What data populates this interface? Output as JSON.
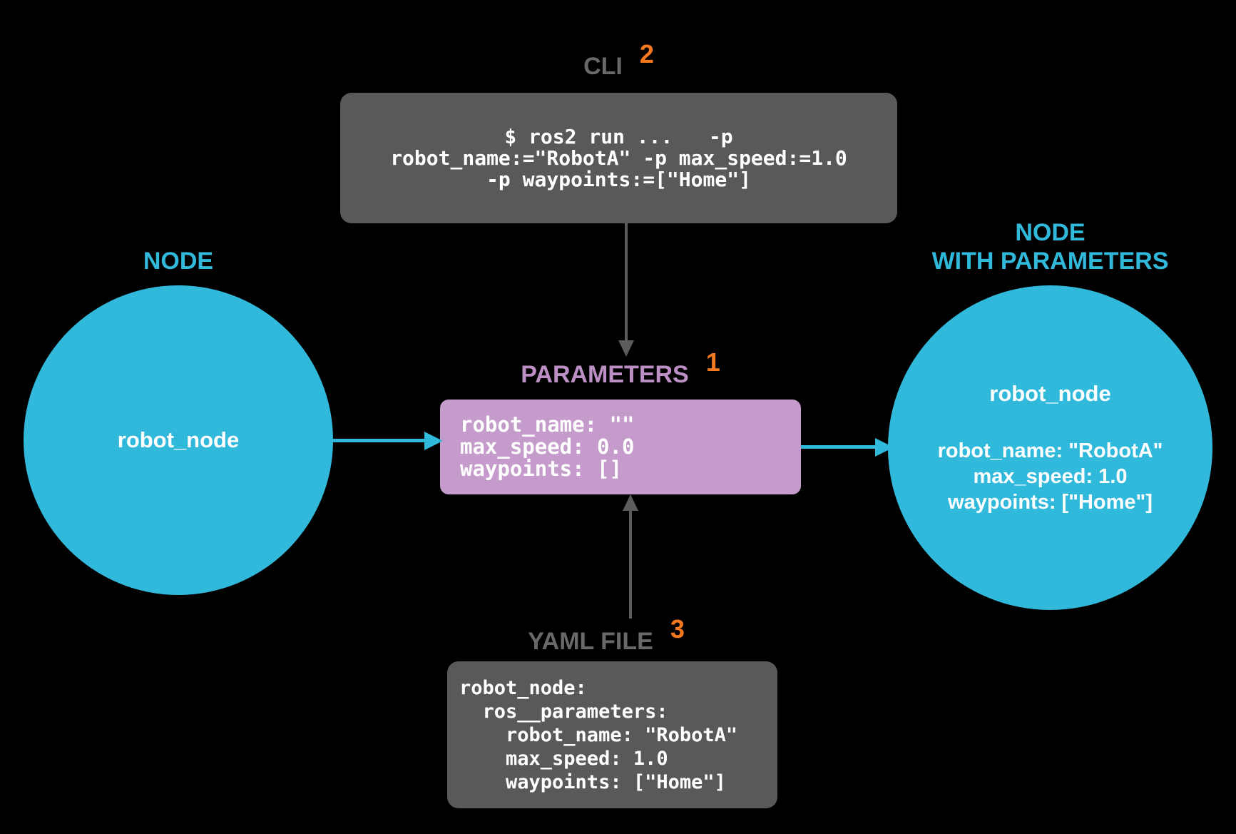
{
  "colors": {
    "background": "#000000",
    "cyan": "#31b9dc",
    "gray_box": "#595959",
    "gray_heading": "#696969",
    "arrow_gray": "#5c5c5c",
    "purple_box": "#c49bcb",
    "purple_heading": "#bd90c5",
    "orange_step": "#f6791f",
    "text_white": "#ffffff"
  },
  "node_left": {
    "label": "NODE",
    "name": "robot_node"
  },
  "cli": {
    "label": "CLI",
    "step": "2",
    "lines": [
      "$ ros2 run ...   -p",
      "robot_name:=\"RobotA\" -p max_speed:=1.0",
      "-p waypoints:=[\"Home\"]"
    ]
  },
  "parameters": {
    "label": "PARAMETERS",
    "step": "1",
    "lines": [
      "robot_name: \"\"",
      "max_speed: 0.0",
      "waypoints: []"
    ]
  },
  "yaml": {
    "label": "YAML FILE",
    "step": "3",
    "lines": [
      "robot_node:",
      "  ros__parameters:",
      "    robot_name: \"RobotA\"",
      "    max_speed: 1.0",
      "    waypoints: [\"Home\"]"
    ]
  },
  "node_right": {
    "label_line1": "NODE",
    "label_line2": "WITH PARAMETERS",
    "name": "robot_node",
    "params": [
      "robot_name: \"RobotA\"",
      "max_speed: 1.0",
      "waypoints: [\"Home\"]"
    ]
  }
}
